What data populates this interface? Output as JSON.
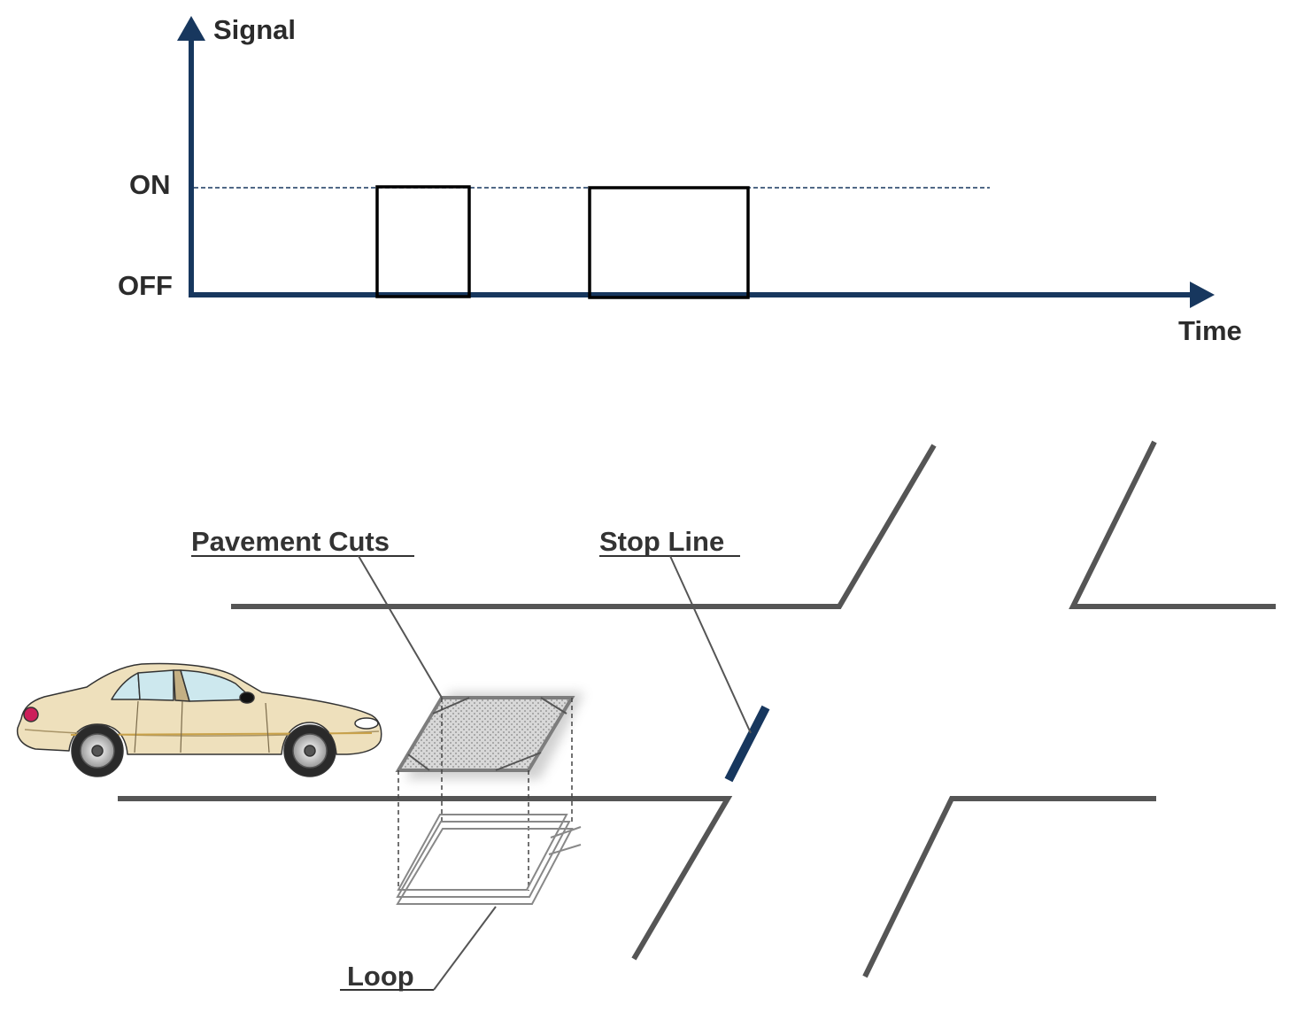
{
  "chart": {
    "y_axis_label": "Signal",
    "x_axis_label": "Time",
    "levels": {
      "on": "ON",
      "off": "OFF"
    },
    "pulses": [
      {
        "name": "pulse-1",
        "state": "ON"
      },
      {
        "name": "pulse-2",
        "state": "ON"
      }
    ]
  },
  "diagram": {
    "pavement_cuts_label": "Pavement Cuts",
    "stop_line_label": "Stop Line",
    "loop_label": "Loop"
  },
  "colors": {
    "axis": "#17375e",
    "road": "#555555",
    "stop_line": "#17375e",
    "car_body": "#eee0bc",
    "pulse": "#000000"
  }
}
